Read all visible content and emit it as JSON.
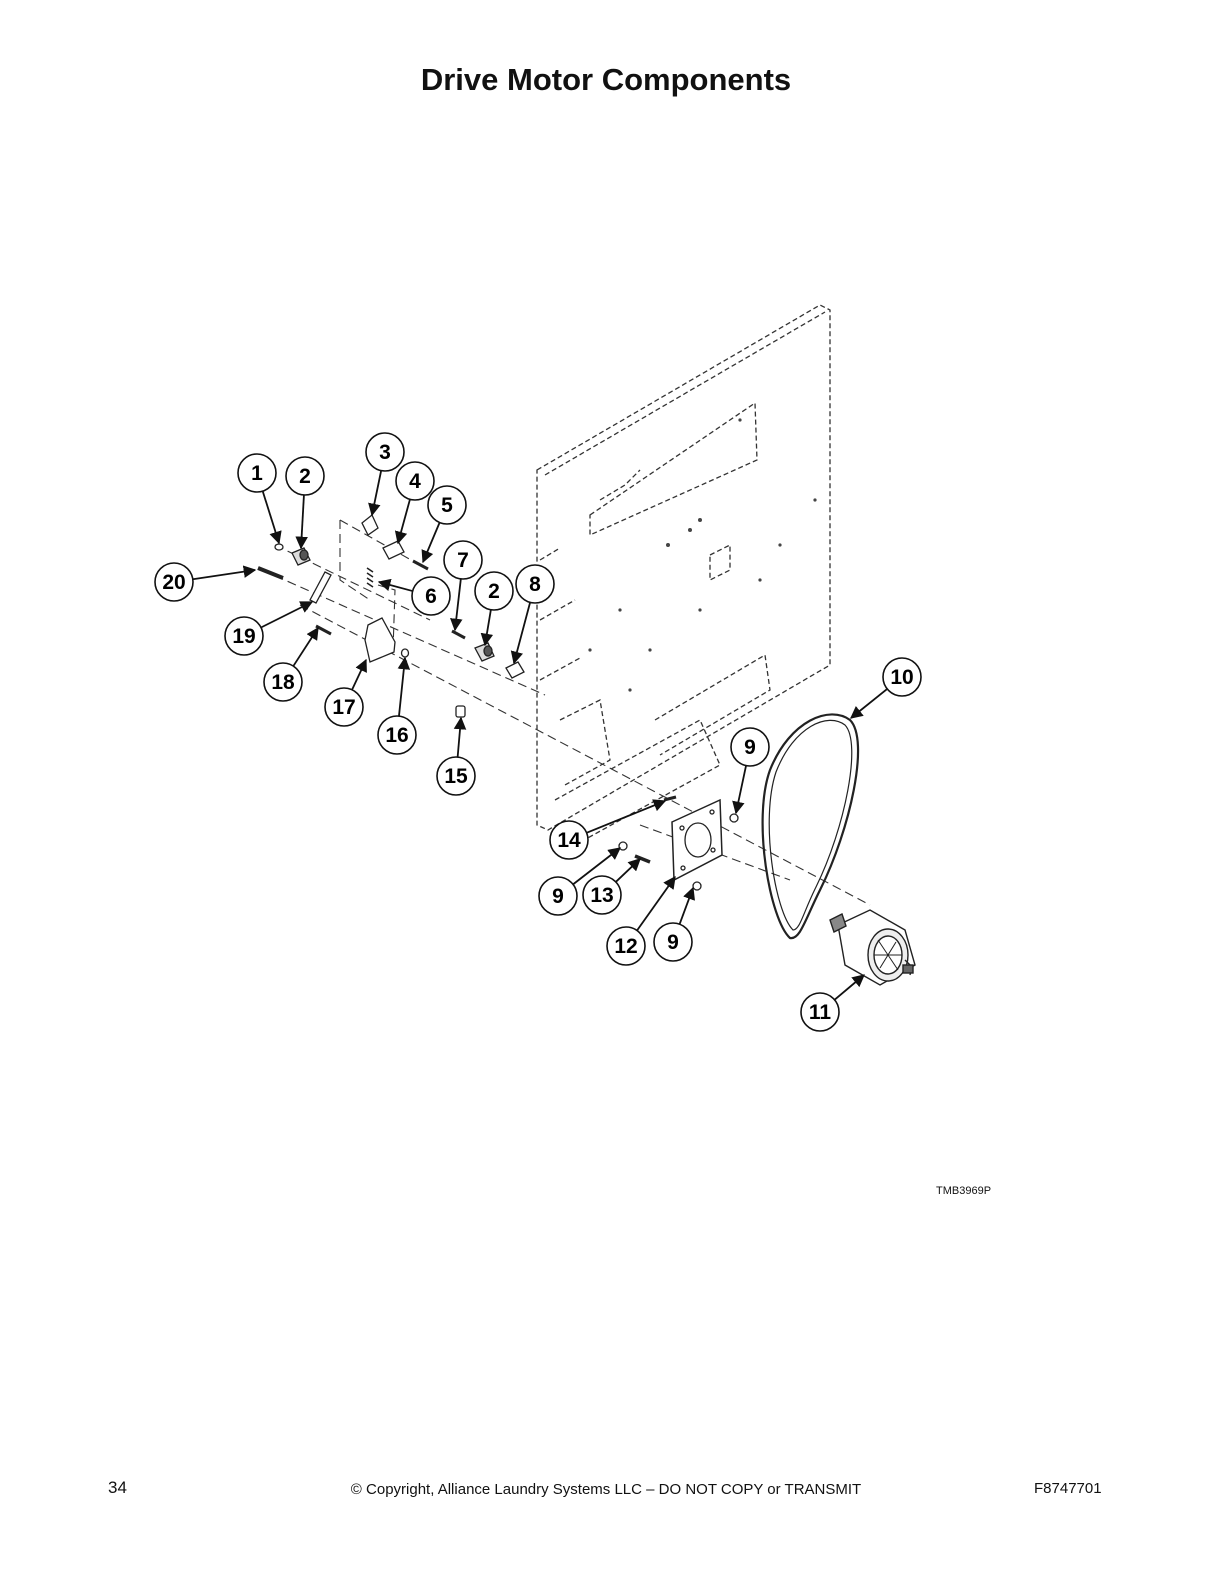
{
  "page": {
    "title": "Drive Motor Components",
    "drawing_id": "TMB3969P",
    "page_number": "34",
    "copyright": "© Copyright, Alliance Laundry Systems LLC – DO NOT COPY or TRANSMIT",
    "doc_number": "F8747701"
  },
  "diagram": {
    "callouts": [
      "1",
      "2",
      "3",
      "4",
      "5",
      "20",
      "6",
      "7",
      "2",
      "8",
      "19",
      "18",
      "17",
      "16",
      "15",
      "10",
      "9",
      "14",
      "9",
      "13",
      "12",
      "9",
      "11"
    ]
  }
}
